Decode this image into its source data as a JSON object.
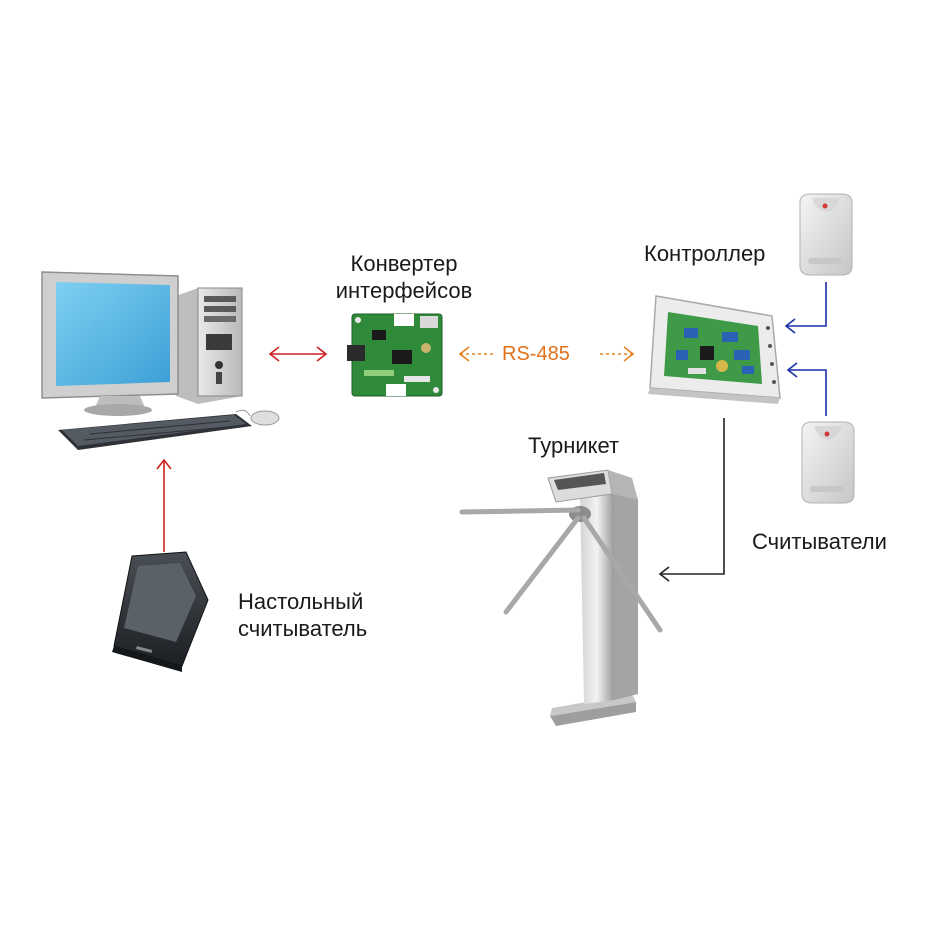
{
  "labels": {
    "converter_line1": "Конвертер",
    "converter_line2": "интерфейсов",
    "controller": "Контроллер",
    "protocol": "RS-485",
    "turnstile": "Турникет",
    "readers": "Считыватели",
    "desktop_reader_line1": "Настольный",
    "desktop_reader_line2": "считыватель"
  },
  "colors": {
    "pc_converter_arrow": "#cc2222",
    "rs485_arrow": "#e8821e",
    "rs485_text": "#e0701a",
    "reader_arrows": "#1a2fa8",
    "desktop_reader_arrow": "#cc2222",
    "controller_turnstile_arrow": "#222222"
  },
  "icons": [
    "computer-icon",
    "converter-board-icon",
    "controller-icon",
    "wall-reader-icon",
    "desktop-reader-icon",
    "turnstile-icon"
  ]
}
